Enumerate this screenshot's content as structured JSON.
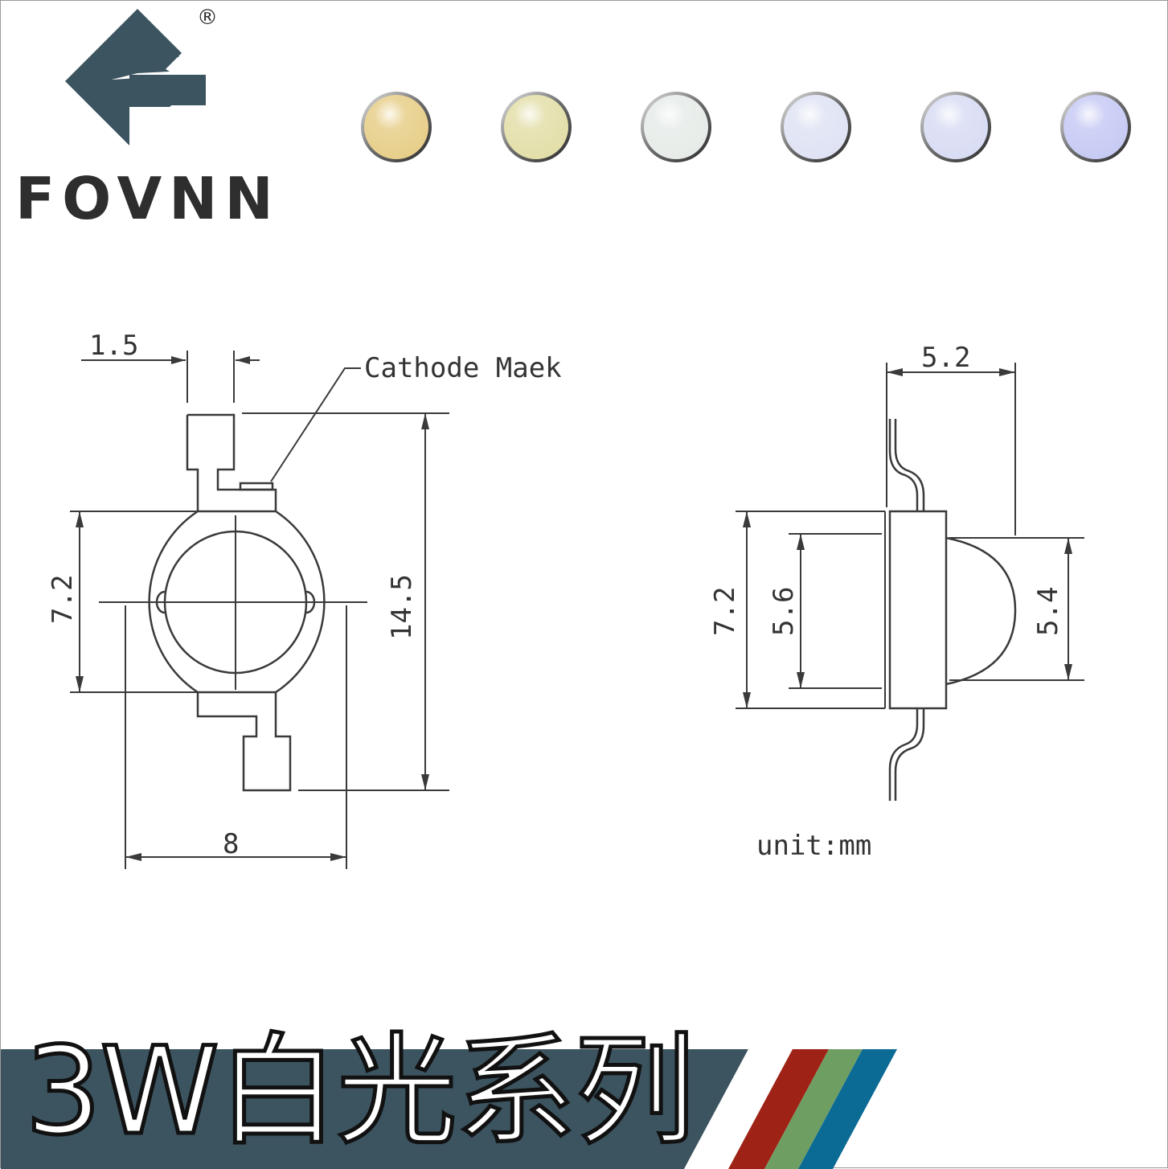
{
  "brand": {
    "name": "FOVNN",
    "registered_mark": "®",
    "logo_color": "#3c5460"
  },
  "led_swatches": [
    {
      "color": "warm-yellow",
      "fill": "#e7cf8a"
    },
    {
      "color": "warm-white",
      "fill": "#e3dfaa"
    },
    {
      "color": "neutral-white",
      "fill": "#e7ece9"
    },
    {
      "color": "cool-white",
      "fill": "#dfe3f4"
    },
    {
      "color": "cool-white-2",
      "fill": "#d9ddf4"
    },
    {
      "color": "blue-white",
      "fill": "#c7cbf4"
    }
  ],
  "drawing": {
    "front_view": {
      "lead_width": "1.5",
      "cathode_label": "Cathode Maek",
      "body_height": "7.2",
      "total_length": "14.5",
      "body_width": "8"
    },
    "side_view": {
      "depth": "5.2",
      "body_height": "7.2",
      "lens_base": "5.6",
      "lens_height": "5.4",
      "unit": "unit:mm"
    }
  },
  "banner": {
    "title": "3W白光系列",
    "bar_color": "#3c5460",
    "stripe_colors": [
      "#ffffff",
      "#9e2216",
      "#6f9e63",
      "#0b6b94"
    ]
  }
}
